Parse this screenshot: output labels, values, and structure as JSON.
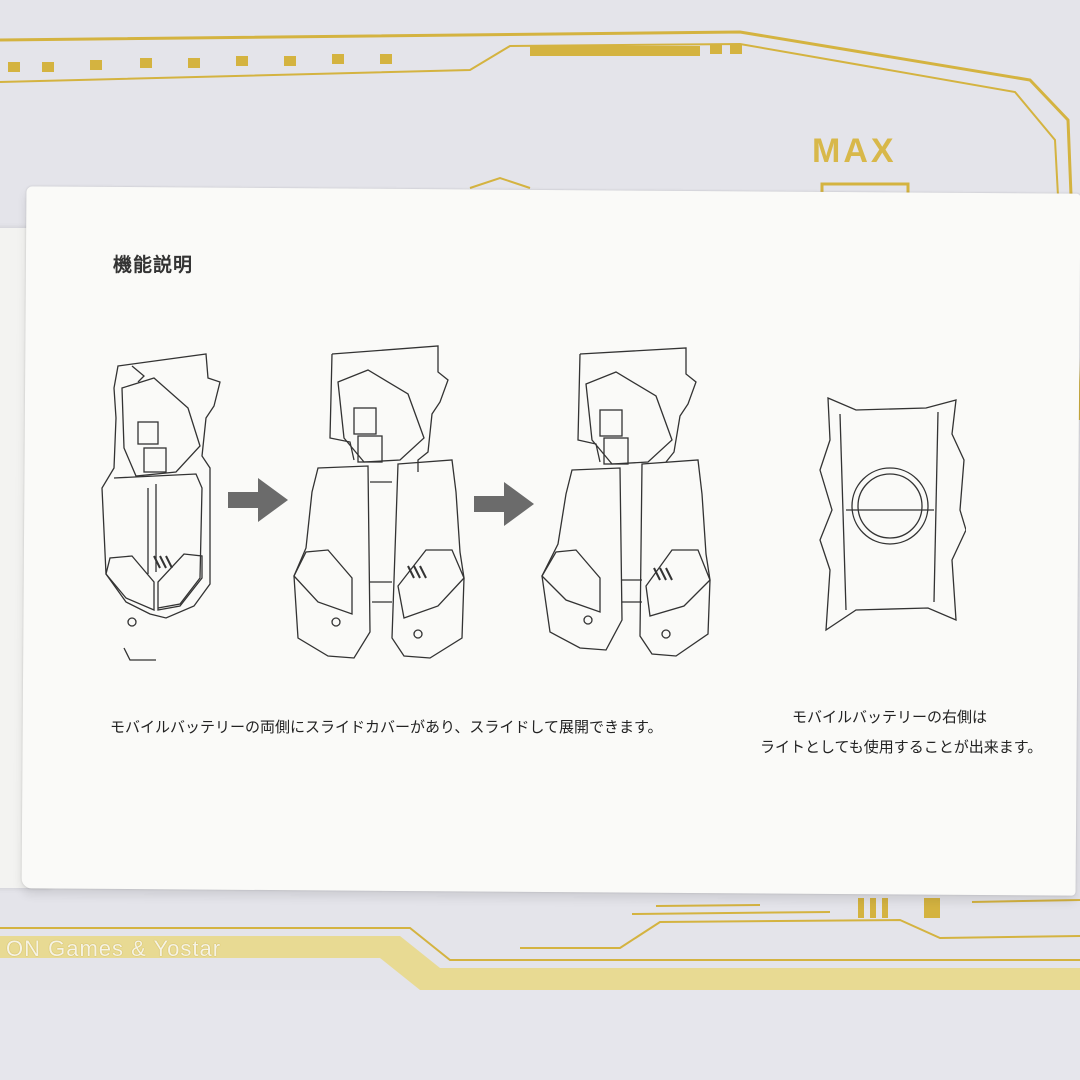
{
  "background": {
    "box_label": "ON Games & Yostar",
    "max_label": "MAX",
    "accent_color": "#d8b84a"
  },
  "manual": {
    "section_title": "機能説明",
    "caption_left": "モバイルバッテリーの両側にスライドカバーがあり、スライドして展開できます。",
    "caption_right_line1": "モバイルバッテリーの右側は",
    "caption_right_line2": "ライトとしても使用することが出来ます。"
  }
}
